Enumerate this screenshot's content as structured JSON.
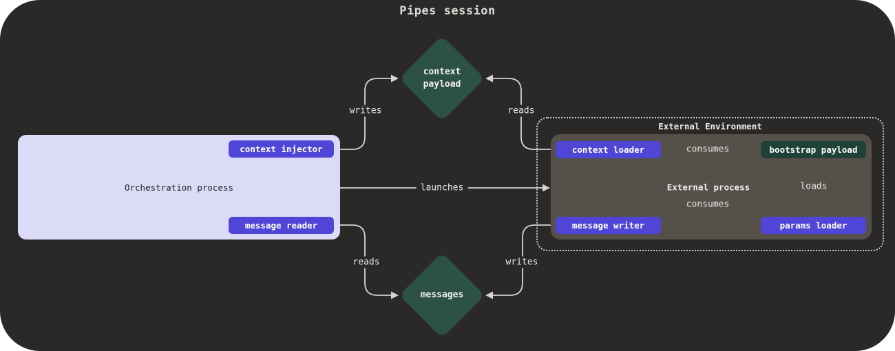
{
  "title": "Pipes session",
  "nodes": {
    "context_payload": {
      "label": "context\npayload"
    },
    "messages": {
      "label": "messages"
    },
    "orchestration": {
      "label": "Orchestration process"
    },
    "context_injector": {
      "label": "context injector"
    },
    "message_reader": {
      "label": "message reader"
    },
    "external_environment": {
      "label": "External Environment"
    },
    "external_process": {
      "label": "External process"
    },
    "context_loader": {
      "label": "context loader"
    },
    "bootstrap_payload": {
      "label": "bootstrap payload"
    },
    "message_writer": {
      "label": "message writer"
    },
    "params_loader": {
      "label": "params loader"
    }
  },
  "edges": {
    "writes_top": {
      "label": "writes"
    },
    "reads_top": {
      "label": "reads"
    },
    "launches": {
      "label": "launches"
    },
    "reads_bottom": {
      "label": "reads"
    },
    "writes_bottom": {
      "label": "writes"
    },
    "consumes_top": {
      "label": "consumes"
    },
    "consumes_bottom": {
      "label": "consumes"
    },
    "loads": {
      "label": "loads"
    }
  },
  "colors": {
    "canvas_bg": "#2b2928",
    "node_purple": "#4f45d6",
    "diamond_green": "#2c5146",
    "bootstrap_green": "#1e4238",
    "orchestration_bg": "#dcdbf7",
    "external_process_bg": "#55514a",
    "line": "#d6d4d1",
    "dotted_border": "#cfcdca"
  }
}
